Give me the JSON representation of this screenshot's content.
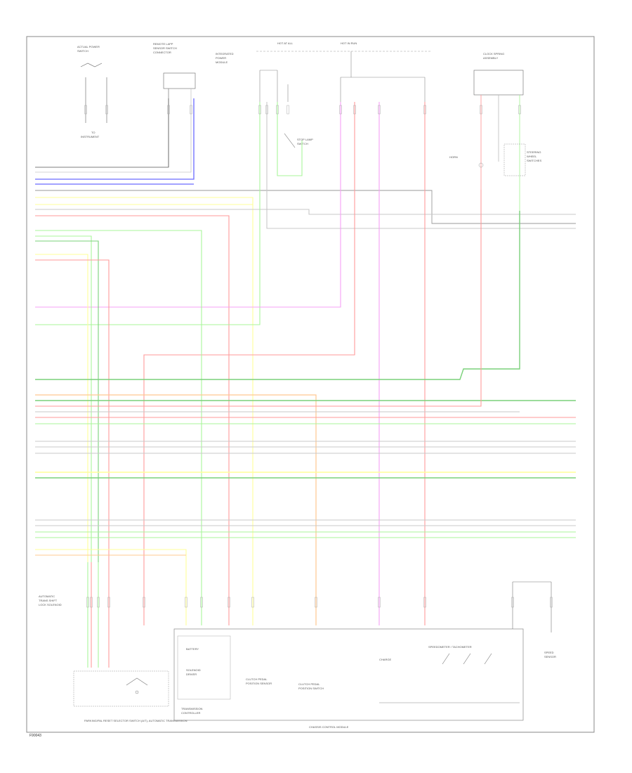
{
  "diagram": {
    "footer_code": "F90043",
    "bottom_caption": "CHASSIS CONTROL MODULE",
    "left_caption": "PARKING/PAL RESET SELECTOR SWITCH (A/T), AUTOMATIC TRANSMISSION",
    "wire_colors": {
      "red": "#ff9a9a",
      "pink": "#f5a0f5",
      "green": "#a8f59a",
      "dkgreen": "#7ad17a",
      "yellow": "#ffff99",
      "blue": "#6a6aff",
      "gray": "#9a9a9a",
      "ltgray": "#c8c8c8",
      "orange": "#ffc890",
      "black": "#555555"
    }
  }
}
